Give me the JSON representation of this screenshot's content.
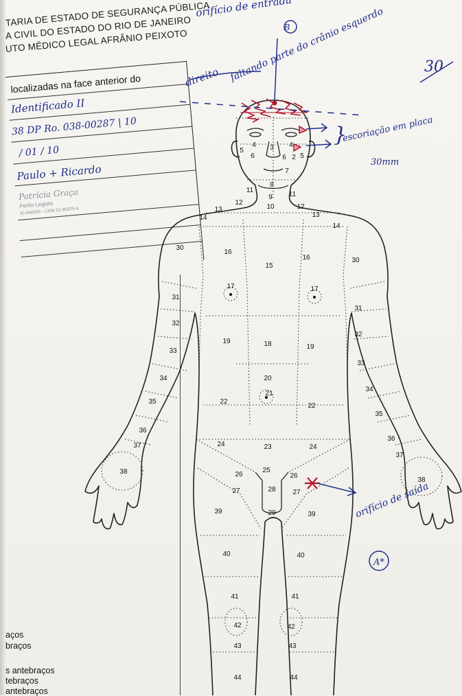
{
  "header": {
    "line1": "TARIA DE ESTADO DE SEGURANÇA PÚBLICA",
    "line2": "A CIVIL DO ESTADO DO RIO DE JANEIRO",
    "line3": "UTO MÉDICO LEGAL AFRÂNIO PEIXOTO"
  },
  "form": {
    "title": "localizadas na face anterior do",
    "field1": "Identificado II",
    "field2": "38 DP  Ro. 038-00287 | 10",
    "field3": "/       01        / 10",
    "field4": "Paulo + Ricardo",
    "stamp_name": "Patrícia Graça",
    "stamp_role": "Perito Legista",
    "stamp_id": "ID 946565 - CRM 52 80379-4"
  },
  "left_list": [
    "aços",
    "braços",
    "s  antebraços",
    "tebraços",
    "antebraços"
  ],
  "annotations": {
    "page_number": "30",
    "entry_wound": "orifício de entrada",
    "entry_marker": "B",
    "right_side": "direito",
    "scalp": "faltando parte do crânio esquerdo",
    "bruise_brace": "}",
    "bruise_label": "escoriação em placa",
    "bruise_size": "30mm",
    "exit_wound": "orifício de saída",
    "exit_marker": "A*"
  },
  "diagram_colors": {
    "ink": "#1e2d8c",
    "wound": "#b3182e",
    "outline": "#222222"
  },
  "region_numbers": {
    "head": [
      "4",
      "4",
      "3",
      "5",
      "5",
      "6",
      "6",
      "2",
      "7",
      "8",
      "9",
      "10",
      "11",
      "11",
      "12",
      "12",
      "13",
      "13",
      "14",
      "14"
    ],
    "torso": [
      "15",
      "16",
      "16",
      "17",
      "17",
      "18",
      "19",
      "19",
      "20",
      "21",
      "22",
      "22",
      "23",
      "24",
      "24",
      "25",
      "26",
      "26",
      "27",
      "27",
      "28",
      "29"
    ],
    "arms": [
      "30",
      "30",
      "31",
      "31",
      "32",
      "32",
      "33",
      "33",
      "34",
      "34",
      "35",
      "35",
      "36",
      "36",
      "37",
      "37",
      "38",
      "38"
    ],
    "legs": [
      "39",
      "39",
      "40",
      "40",
      "41",
      "41",
      "42",
      "42",
      "43",
      "43",
      "44",
      "44"
    ]
  }
}
